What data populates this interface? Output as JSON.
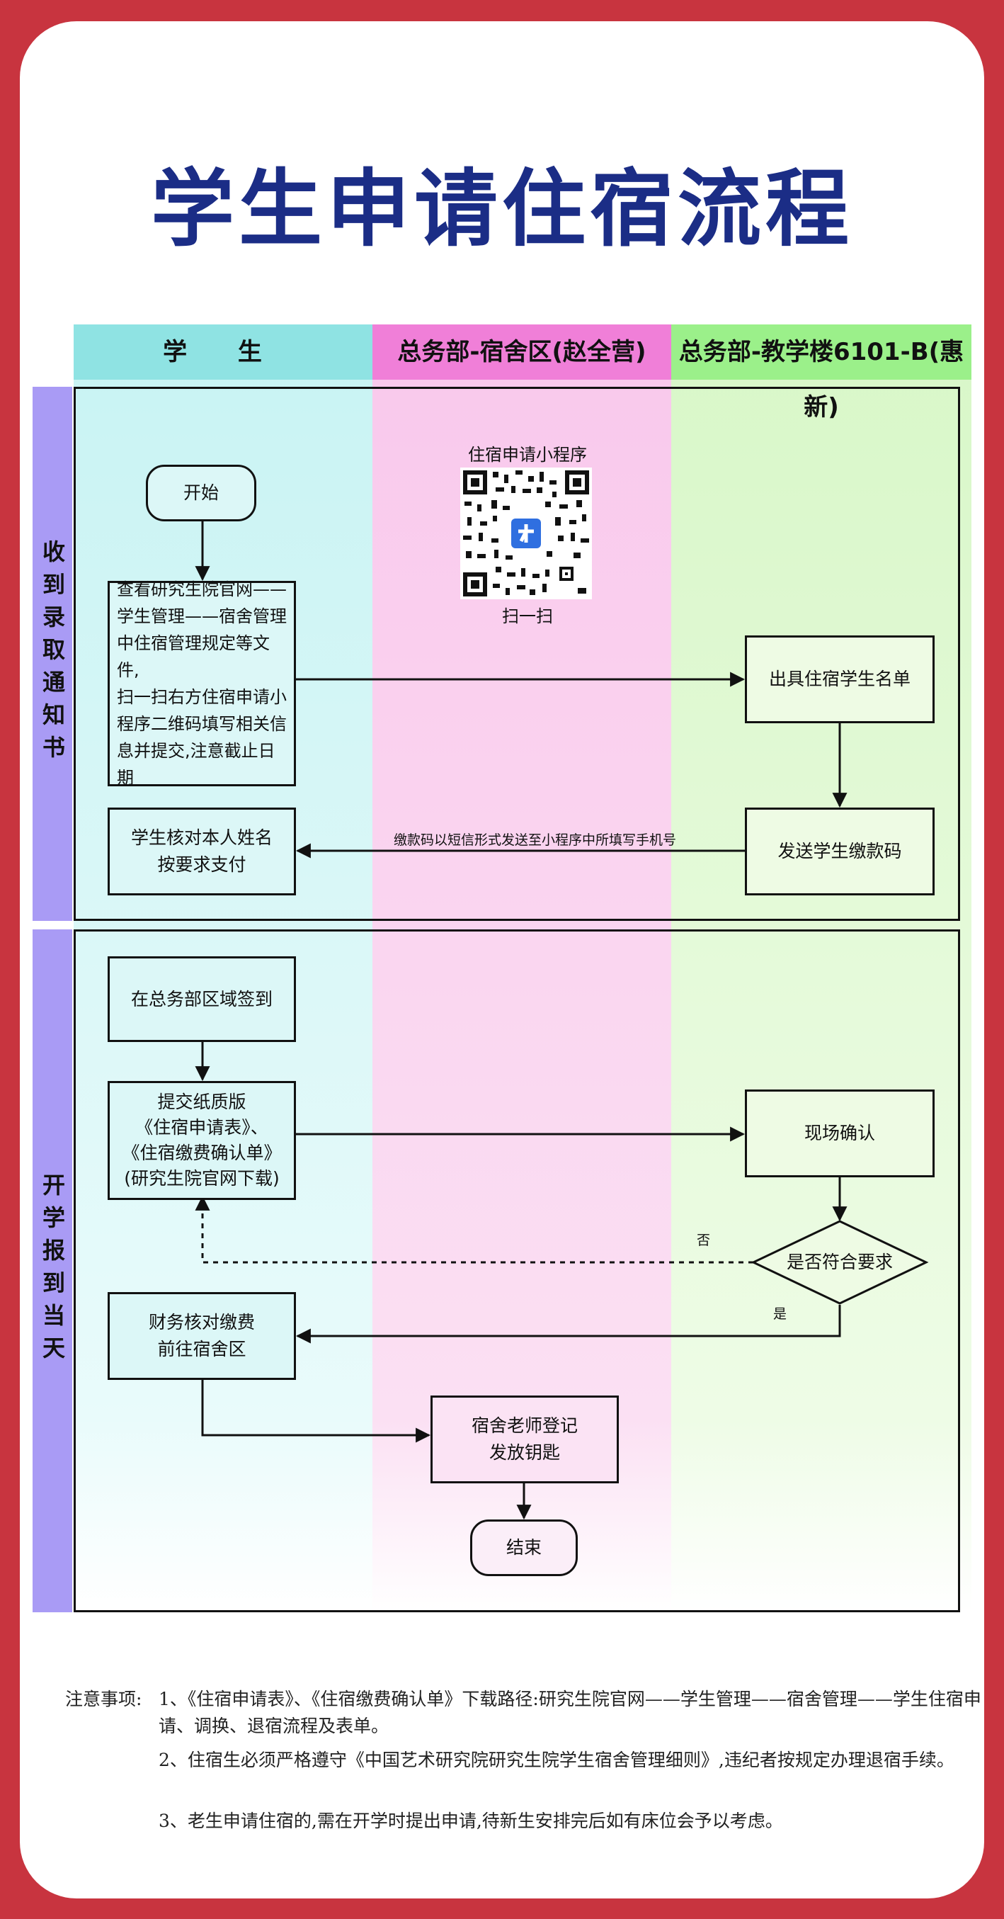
{
  "title": "学生申请住宿流程",
  "lanes": {
    "student": "学 生",
    "dorm": "总务部-宿舍区(赵全营)",
    "teaching": "总务部-教学楼6101-B(惠新)"
  },
  "phases": {
    "p1": "收到录取通知书",
    "p2": "开学报到当天"
  },
  "qr": {
    "caption": "住宿申请小程序",
    "scan": "扫一扫"
  },
  "nodes": {
    "start": "开始",
    "check_website": "查看研究生院官网——\n学生管理——宿舍管理\n中住宿管理规定等文件,\n扫一扫右方住宿申请小\n程序二维码填写相关信\n息并提交,注意截止日期",
    "issue_list": "出具住宿学生名单",
    "verify_pay": "学生核对本人姓名\n按要求支付",
    "send_code": "发送学生缴款码",
    "sign_in": "在总务部区域签到",
    "submit_forms": "提交纸质版\n《住宿申请表》、\n《住宿缴费确认单》\n(研究生院官网下载)",
    "onsite_confirm": "现场确认",
    "decision": "是否符合要求",
    "finance_check": "财务核对缴费\n前往宿舍区",
    "register_keys": "宿舍老师登记\n发放钥匙",
    "end": "结束"
  },
  "edge_labels": {
    "sms": "缴款码以短信形式发送至小程序中所填写手机号",
    "no": "否",
    "yes": "是"
  },
  "notes": {
    "label": "注意事项:",
    "items": [
      "1、《住宿申请表》、《住宿缴费确认单》下载路径:研究生院官网——学生管理——宿舍管理——学生住宿申请、调换、退宿流程及表单。",
      "2、住宿生必须严格遵守《中国艺术研究院研究生院学生宿舍管理细则》,违纪者按规定办理退宿手续。",
      "3、老生申请住宿的,需在开学时提出申请,待新生安排完后如有床位会予以考虑。"
    ]
  },
  "colors": {
    "frame": "#c8343f",
    "title": "#1b2d86",
    "student_head": "#8fe3e3",
    "dorm_head": "#f07fd8",
    "teaching_head": "#9bf08a",
    "phase_tab": "#a99bf5",
    "qr_center": "#2f6fe0"
  }
}
